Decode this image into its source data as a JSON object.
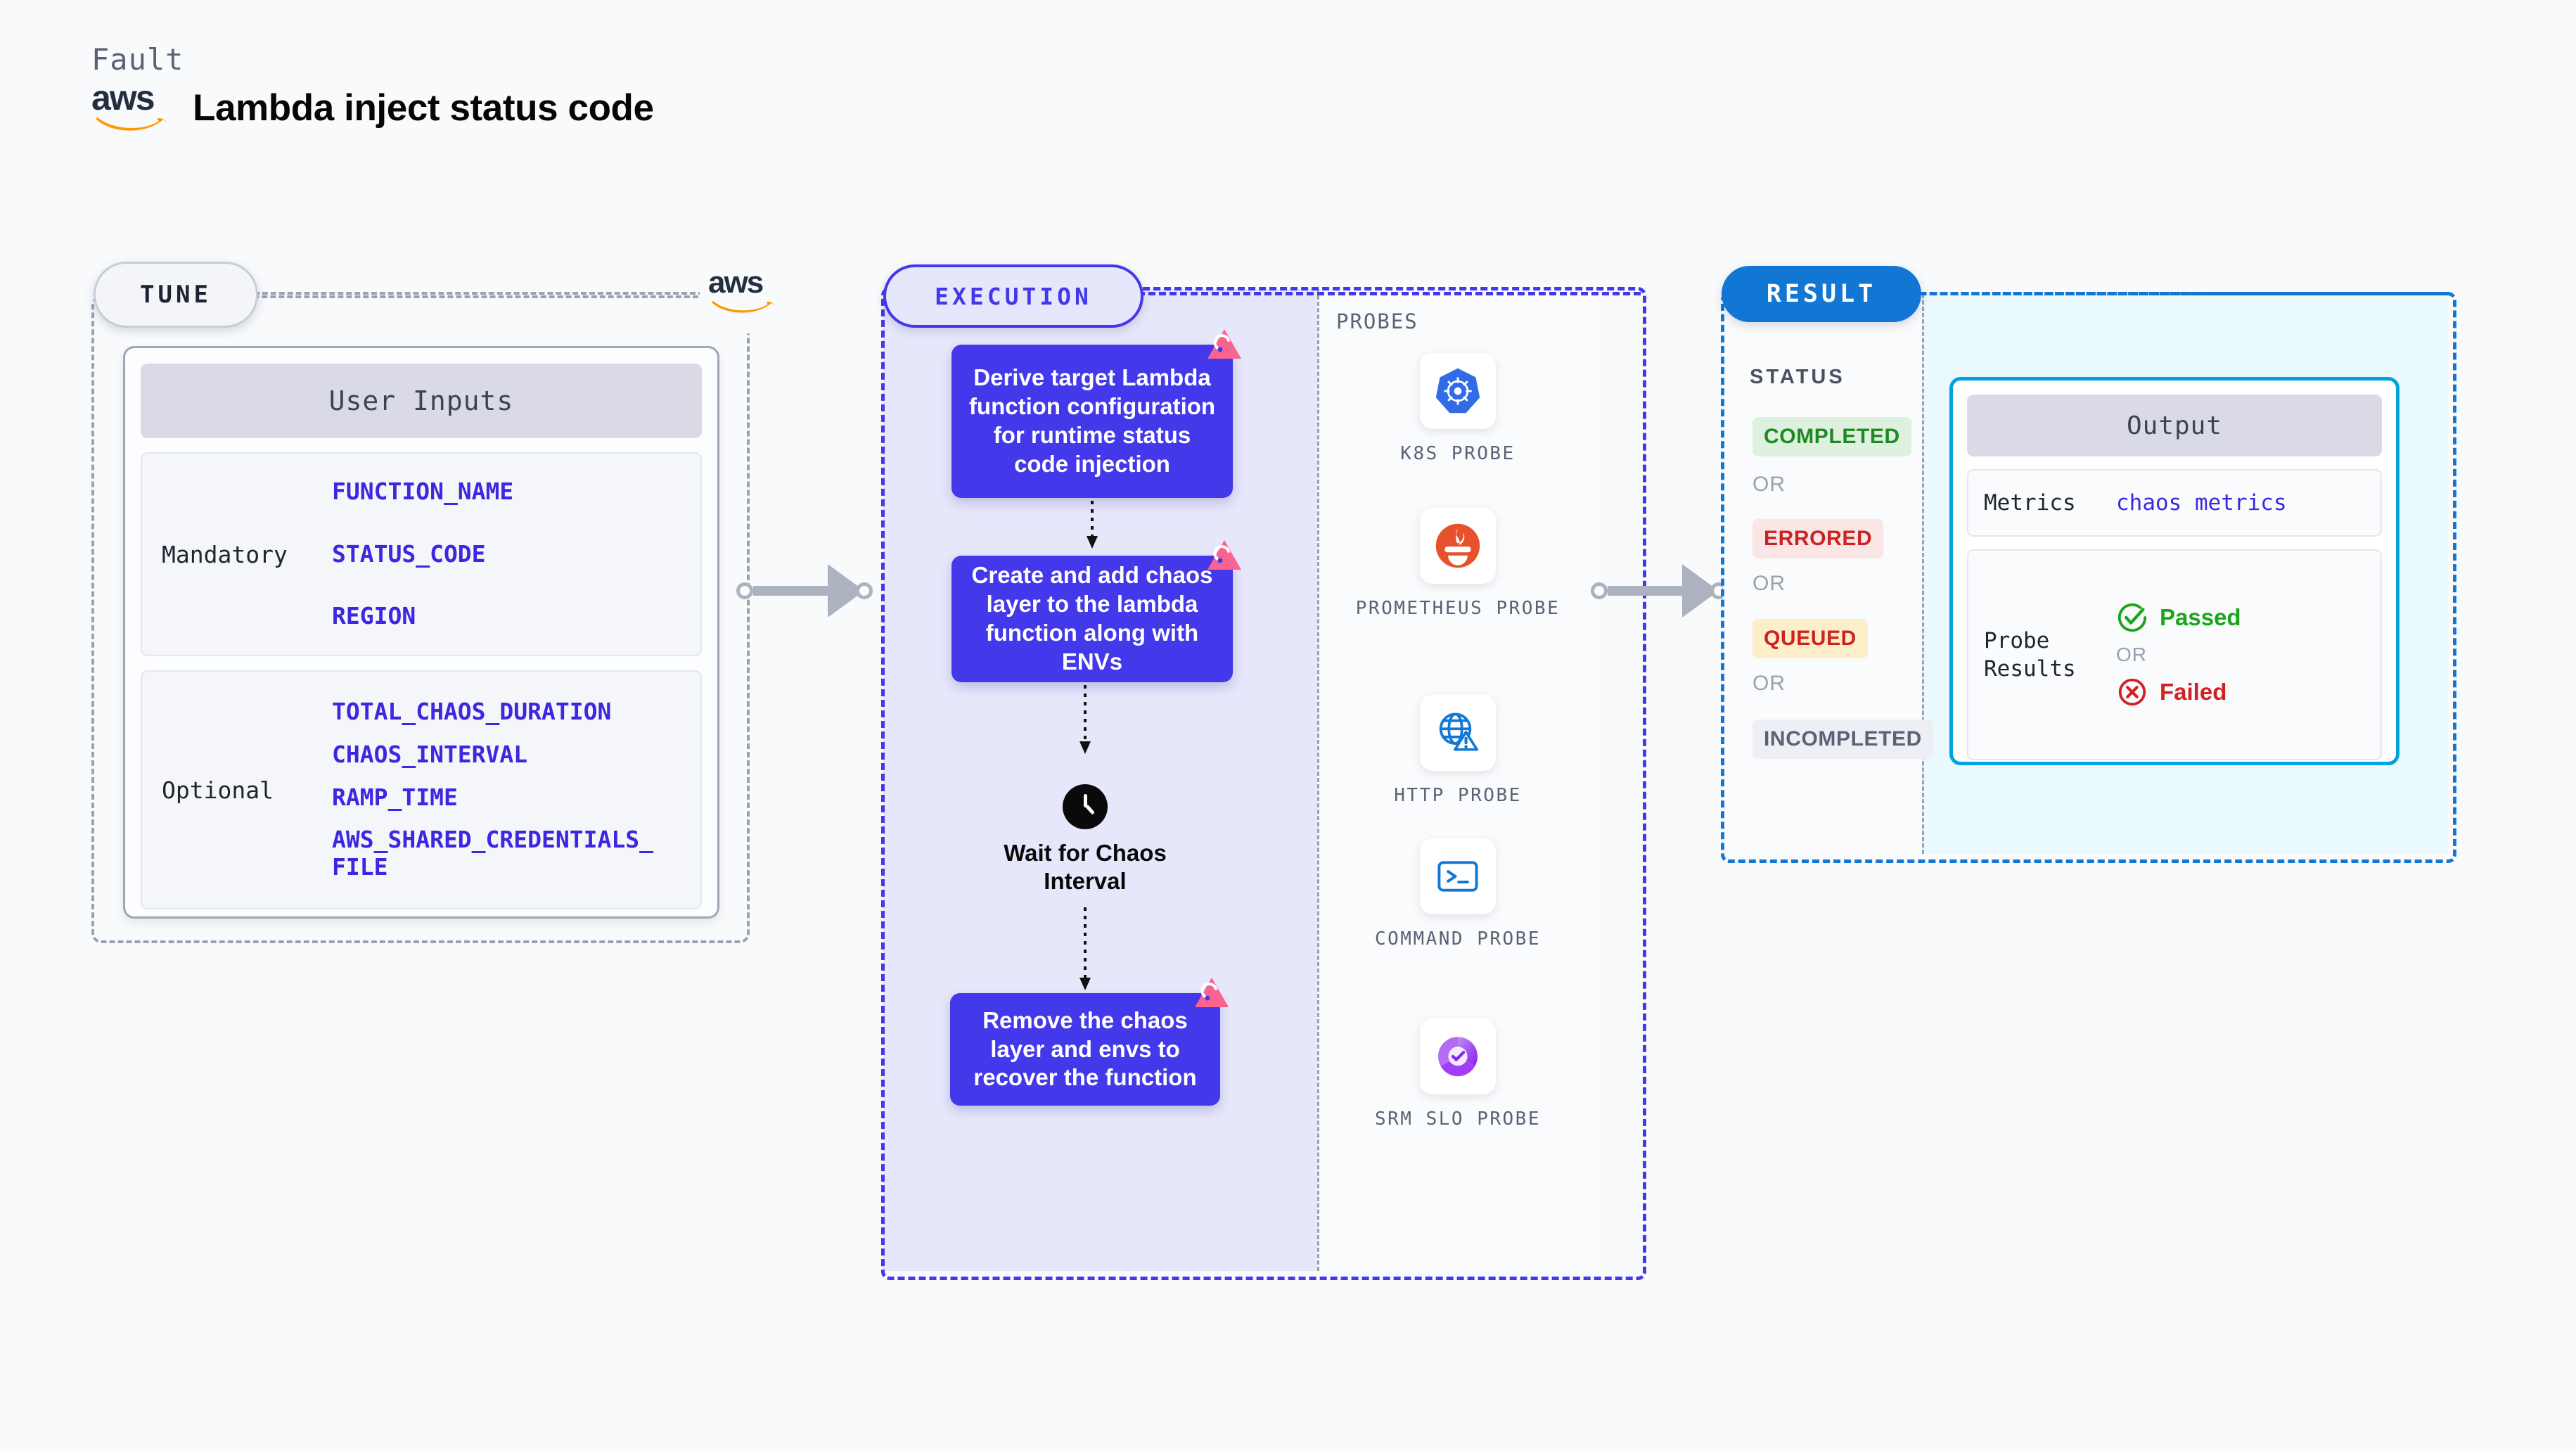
{
  "header": {
    "kind_label": "Fault",
    "brand": "aws",
    "title": "Lambda inject status code"
  },
  "tune": {
    "chip_label": "TUNE",
    "brand_badge": "aws",
    "card_title": "User Inputs",
    "groups": [
      {
        "label": "Mandatory",
        "params": [
          "FUNCTION_NAME",
          "STATUS_CODE",
          "REGION"
        ]
      },
      {
        "label": "Optional",
        "params": [
          "TOTAL_CHAOS_DURATION",
          "CHAOS_INTERVAL",
          "RAMP_TIME",
          "AWS_SHARED_CREDENTIALS_\nFILE"
        ]
      }
    ]
  },
  "execution": {
    "chip_label": "EXECUTION",
    "steps": [
      {
        "text": "Derive target Lambda function configuration for runtime status code injection",
        "type": "action"
      },
      {
        "text": "Create and add chaos layer to the lambda function along with ENVs",
        "type": "action"
      },
      {
        "text": "Wait for Chaos Interval",
        "type": "wait"
      },
      {
        "text": "Remove the chaos layer and envs to recover the function",
        "type": "action"
      }
    ]
  },
  "probes": {
    "section_label": "PROBES",
    "items": [
      {
        "name": "K8S PROBE",
        "icon": "kubernetes-icon"
      },
      {
        "name": "PROMETHEUS PROBE",
        "icon": "prometheus-icon"
      },
      {
        "name": "HTTP PROBE",
        "icon": "http-globe-warning-icon"
      },
      {
        "name": "COMMAND PROBE",
        "icon": "terminal-icon"
      },
      {
        "name": "SRM SLO PROBE",
        "icon": "srm-slo-icon"
      }
    ]
  },
  "result": {
    "chip_label": "RESULT",
    "status_label": "STATUS",
    "or_label": "OR",
    "statuses": [
      {
        "label": "COMPLETED",
        "text_color": "#1f8a24",
        "bg_color": "#def0de"
      },
      {
        "label": "ERRORED",
        "text_color": "#cc2222",
        "bg_color": "#fbe6e6"
      },
      {
        "label": "QUEUED",
        "text_color": "#cc2222",
        "bg_color": "#fceec8"
      },
      {
        "label": "INCOMPLETED",
        "text_color": "#5b6275",
        "bg_color": "#eeeff5"
      }
    ],
    "output": {
      "title": "Output",
      "metrics_label": "Metrics",
      "metrics_value": "chaos metrics",
      "probe_results_label": "Probe\nResults",
      "passed_label": "Passed",
      "or_label": "OR",
      "failed_label": "Failed"
    }
  },
  "colors": {
    "accent_indigo": "#4338ea",
    "accent_blue": "#1277d4",
    "accent_cyan": "#00a3e0",
    "chaos_pink": "#f9638f",
    "aws_orange": "#f90",
    "param_blue": "#3b28e0"
  }
}
